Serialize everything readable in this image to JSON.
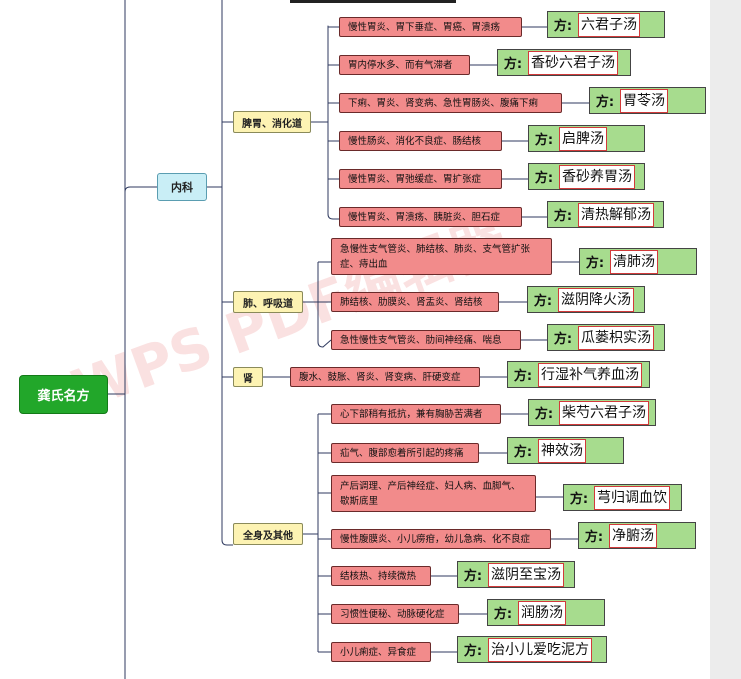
{
  "root": "龚氏名方",
  "category": "内科",
  "fang_label": "方:",
  "watermark": "WPS PDF编辑器",
  "groups": [
    {
      "label": "脾胃、消化道",
      "items": [
        {
          "symptom": "慢性胃炎、胃下垂症、胃癌、胃溃疡",
          "formula": "六君子汤"
        },
        {
          "symptom": "胃内停水多、而有气滞者",
          "formula": "香砂六君子汤"
        },
        {
          "symptom": "下痢、胃炎、肾变病、急性胃肠炎、腹痛下痢",
          "formula": "胃苓汤"
        },
        {
          "symptom": "慢性肠炎、消化不良症、肠结核",
          "formula": "启脾汤"
        },
        {
          "symptom": "慢性胃炎、胃弛缓症、胃扩张症",
          "formula": "香砂养胃汤"
        },
        {
          "symptom": "慢性胃炎、胃溃疡、胰脏炎、胆石症",
          "formula": "清热解郁汤"
        }
      ]
    },
    {
      "label": "肺、呼吸道",
      "items": [
        {
          "symptom": "急慢性支气管炎、肺结核、肺炎、支气管扩张症、痔出血",
          "formula": "清肺汤"
        },
        {
          "symptom": "肺结核、肋膜炎、肾盂炎、肾结核",
          "formula": "滋阴降火汤"
        },
        {
          "symptom": "急性慢性支气管炎、肋间神经痛、喘息",
          "formula": "瓜蒌枳实汤"
        }
      ]
    },
    {
      "label": "肾",
      "items": [
        {
          "symptom": "腹水、鼓胀、肾炎、肾变病、肝硬变症",
          "formula": "行湿补气养血汤"
        }
      ]
    },
    {
      "label": "全身及其他",
      "items": [
        {
          "symptom": "心下部稍有抵抗，兼有胸胁苦满者",
          "formula": "柴芍六君子汤"
        },
        {
          "symptom": "疝气、腹部愈着所引起的疼痛",
          "formula": "神效汤"
        },
        {
          "symptom": "产后调理、产后神经症、妇人病、血脚气、歇斯底里",
          "formula": "芎归调血饮"
        },
        {
          "symptom": "慢性腹膜炎、小儿痨疳，幼儿急病、化不良症",
          "formula": "净腑汤"
        },
        {
          "symptom": "结核热、持续微热",
          "formula": "滋阴至宝汤"
        },
        {
          "symptom": "习惯性便秘、动脉硬化症",
          "formula": "润肠汤"
        },
        {
          "symptom": "小儿痢症、异食症",
          "formula": "治小儿爱吃泥方"
        }
      ]
    }
  ]
}
